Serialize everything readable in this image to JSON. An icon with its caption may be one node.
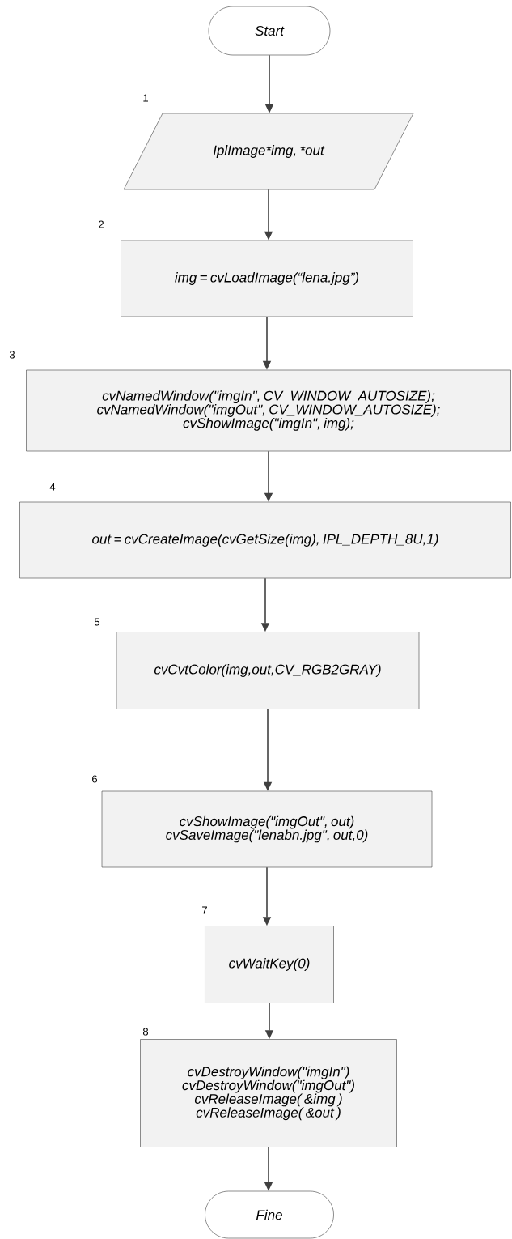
{
  "diagram": {
    "nodes": [
      {
        "text": [
          "Start"
        ]
      },
      {
        "text": [
          "IplImage*img, *out"
        ],
        "beside": [
          "1"
        ]
      },
      {
        "text": [
          "img = cvLoadImage(“lena.jpg”)"
        ],
        "beside": [
          "2"
        ]
      },
      {
        "text": [
          "cvNamedWindow(\"imgIn\", CV_WINDOW_AUTOSIZE); cvNamedWindow(\"imgOut\", CV_WINDOW_AUTOSIZE); cvShowImage(\"imgIn\", img);"
        ],
        "beside": [
          "3"
        ]
      },
      {
        "text": [
          "out = cvCreateImage(cvGetSize(img), IPL_DEPTH_8U,1)"
        ],
        "beside": [
          "4"
        ]
      },
      {
        "text": [
          "cvCvtColor(img,out,CV_RGB2GRAY)"
        ],
        "beside": [
          "5"
        ]
      },
      {
        "text": [
          "cvShowImage(\"imgOut\", out) cvSaveImage(\"lenabn.jpg\", out,0)"
        ],
        "beside": [
          "6"
        ]
      },
      {
        "text": [
          "cvWaitKey(0)"
        ],
        "beside": [
          "7"
        ]
      },
      {
        "text": [
          "cvDestroyWindow(\"imgIn\") cvDestroyWindow(\"imgOut\") cvReleaseImage( &img ) cvReleaseImage( &out )"
        ],
        "beside": [
          "8"
        ]
      },
      {
        "text": [
          "Fine"
        ]
      }
    ],
    "edges": [
      {
        "from": 0,
        "to": 1,
        "arrow": "to"
      },
      {
        "from": 1,
        "to": 2,
        "arrow": "to"
      },
      {
        "from": 2,
        "to": 3,
        "arrow": "to"
      },
      {
        "from": 3,
        "to": 4,
        "arrow": "to"
      },
      {
        "from": 4,
        "to": 5,
        "arrow": "to"
      },
      {
        "from": 5,
        "to": 6,
        "arrow": "to"
      },
      {
        "from": 6,
        "to": 7,
        "arrow": "to"
      },
      {
        "from": 7,
        "to": 8,
        "arrow": "to"
      },
      {
        "from": 8,
        "to": 9,
        "arrow": "to"
      }
    ]
  }
}
